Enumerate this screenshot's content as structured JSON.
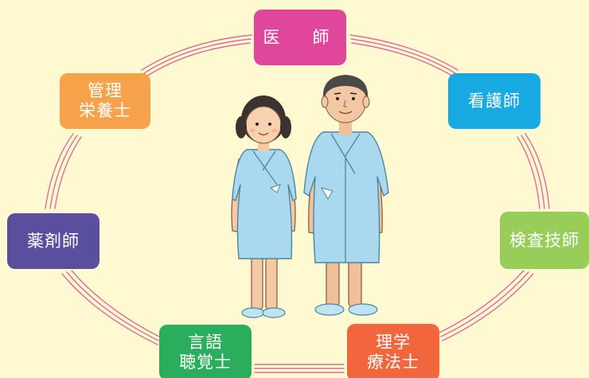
{
  "roles": {
    "doctor": {
      "lines": [
        "医　師"
      ],
      "color": "#e0479a",
      "shape_icon": "none"
    },
    "nurse": {
      "lines": [
        "看護師"
      ],
      "color": "#17a9e2"
    },
    "lab_tech": {
      "lines": [
        "検査技師"
      ],
      "color": "#98cd5a"
    },
    "physical_therapist": {
      "lines": [
        "理学",
        "療法士"
      ],
      "color": "#f2663e"
    },
    "speech_therapist": {
      "lines": [
        "言語",
        "聴覚士"
      ],
      "color": "#2bad5e"
    },
    "pharmacist": {
      "lines": [
        "薬剤師"
      ],
      "color": "#5a4f9e"
    },
    "dietitian": {
      "lines": [
        "管理",
        "栄養士"
      ],
      "color": "#f6a24b"
    }
  },
  "ring_color": "#e06b9a",
  "illustration": {
    "subject": "two patients in hospital gowns",
    "icon_names": [
      "female-patient-icon",
      "male-patient-icon"
    ]
  }
}
